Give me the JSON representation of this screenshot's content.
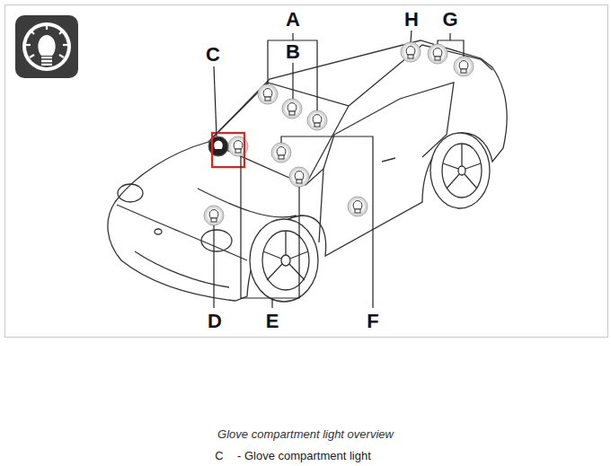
{
  "diagram": {
    "caption": "Glove compartment light overview",
    "labels": [
      "A",
      "B",
      "C",
      "H",
      "G",
      "D",
      "E",
      "F",
      "C",
      "- Glove compartment light"
    ]
  }
}
